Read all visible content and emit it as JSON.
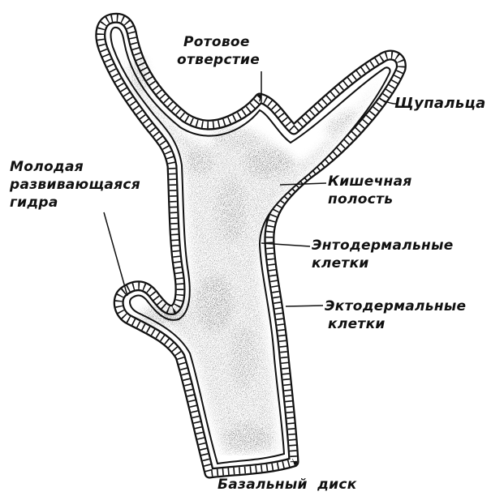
{
  "labels": {
    "mouth_line1": "Ротовое",
    "mouth_line2": "отверстие",
    "tentacles": "Щупальца",
    "gut_line1": "Кишечная",
    "gut_line2": "полость",
    "bud_line1": "Молодая",
    "bud_line2": "развивающаяся",
    "bud_line3": "гидра",
    "endo_line1": "Энтодермальные",
    "endo_line2": "клетки",
    "ecto_line1": "Эктодермальные",
    "ecto_line2": "клетки",
    "basal": "Базальный  диск"
  }
}
